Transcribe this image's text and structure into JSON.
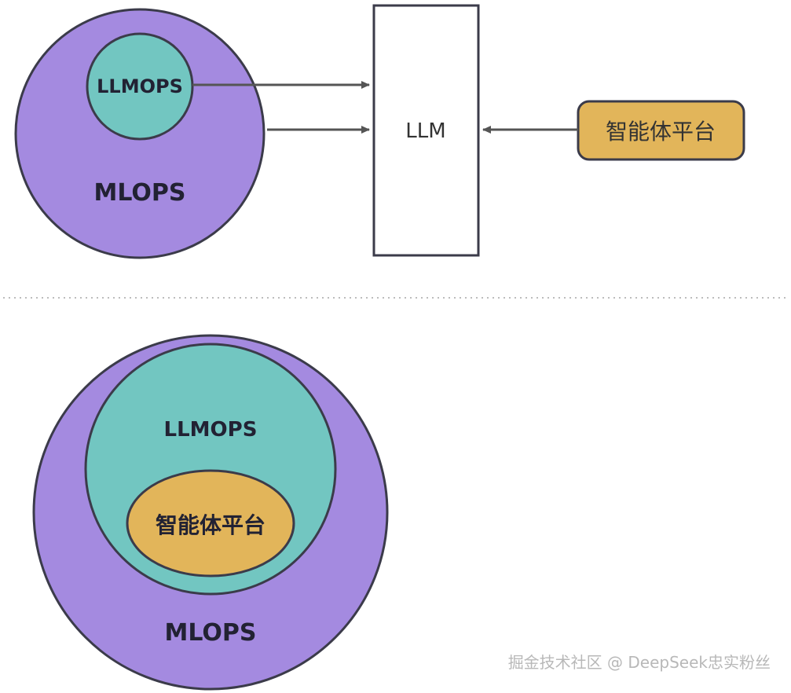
{
  "colors": {
    "purple": "#a48ae0",
    "teal": "#72c6c1",
    "gold": "#e2b55a",
    "stroke": "#3b3b4a",
    "arrow": "#555555",
    "box_fill": "#ffffff",
    "separator": "#bcbcbc"
  },
  "top": {
    "mlops_label": "MLOPS",
    "llmops_label": "LLMOPS",
    "llm_label": "LLM",
    "agent_platform_label": "智能体平台"
  },
  "bottom": {
    "mlops_label": "MLOPS",
    "llmops_label": "LLMOPS",
    "agent_platform_label": "智能体平台"
  },
  "watermark": "掘金技术社区 @ DeepSeek忠实粉丝"
}
